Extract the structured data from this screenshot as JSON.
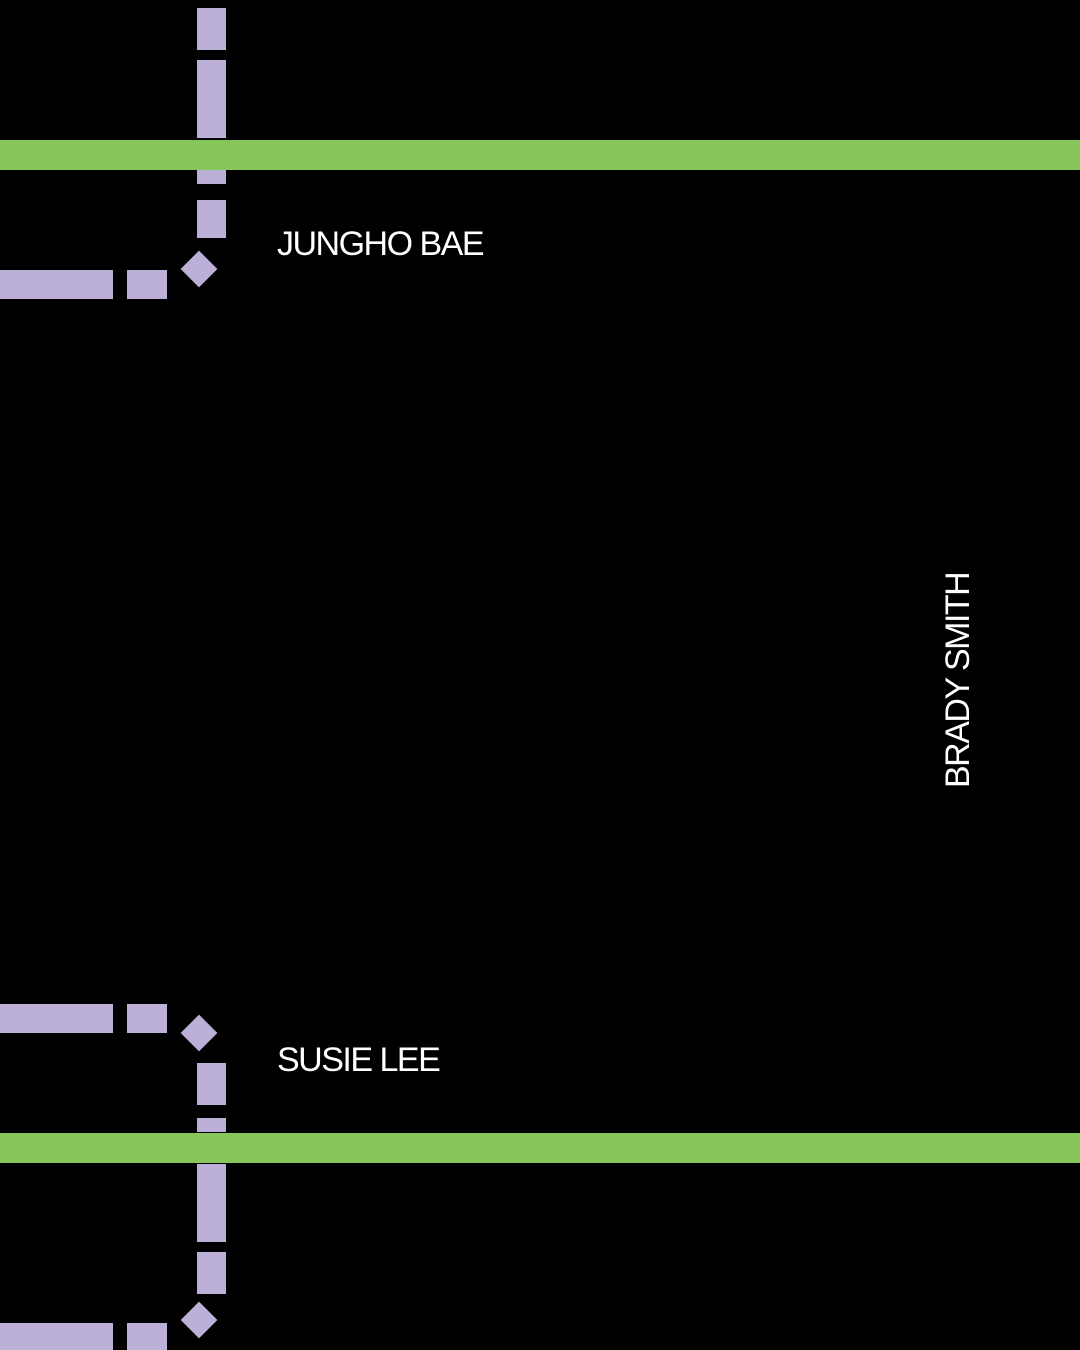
{
  "colors": {
    "background": "#000000",
    "green_bar": "#86c65a",
    "lavender_path": "#bcb0d8",
    "text": "#ffffff"
  },
  "names": {
    "top": "JUNGHO BAE",
    "right": "BRADY SMITH",
    "bottom": "SUSIE LEE"
  }
}
